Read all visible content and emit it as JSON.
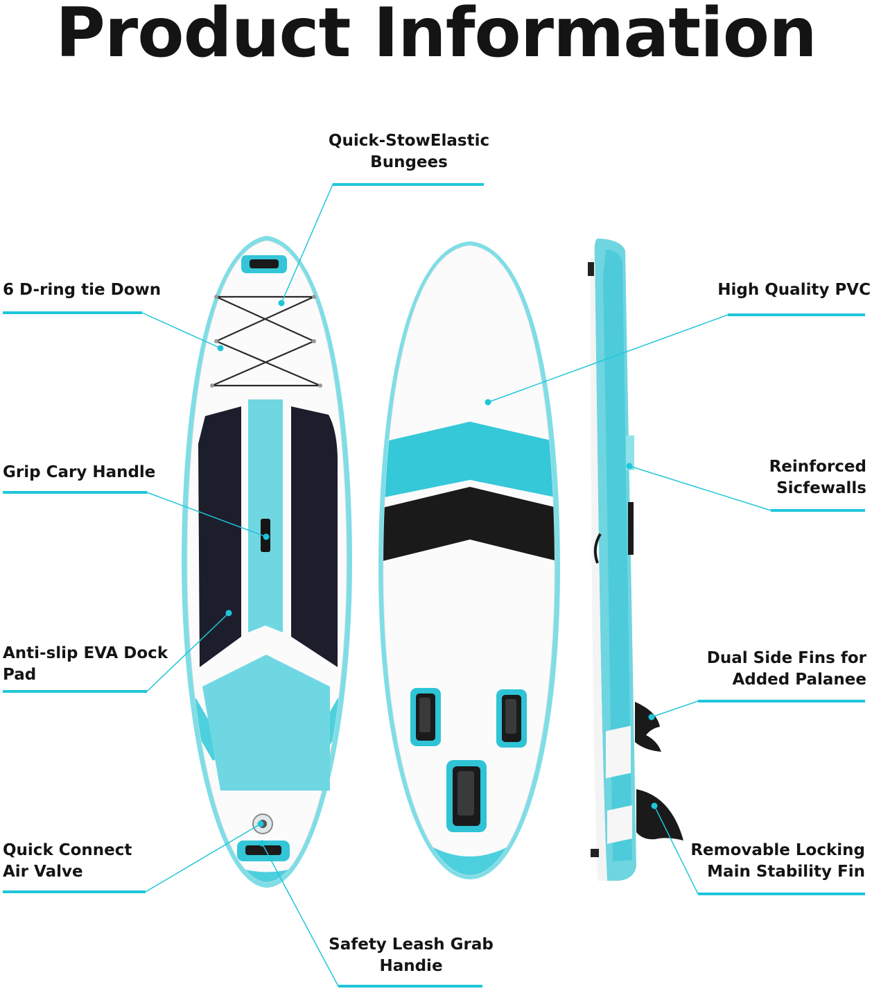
{
  "title": "Product Information",
  "accent_color": "#1fc6d9",
  "labels": {
    "bungees": "Quick-StowElastic\nBungees",
    "d_ring": "6 D-ring tie Down",
    "pvc": "High Quality PVC",
    "handle": "Grip Cary Handle",
    "sidewalls": "Reinforced\nSicfewalls",
    "deck_pad": "Anti-slip EVA Dock\nPad",
    "side_fins": "Dual Side Fins for\nAdded Palanee",
    "air_valve": "Quick Connect\nAir Valve",
    "main_fin": "Removable Locking\nMain Stability Fin",
    "leash": "Safety Leash Grab\nHandie"
  }
}
